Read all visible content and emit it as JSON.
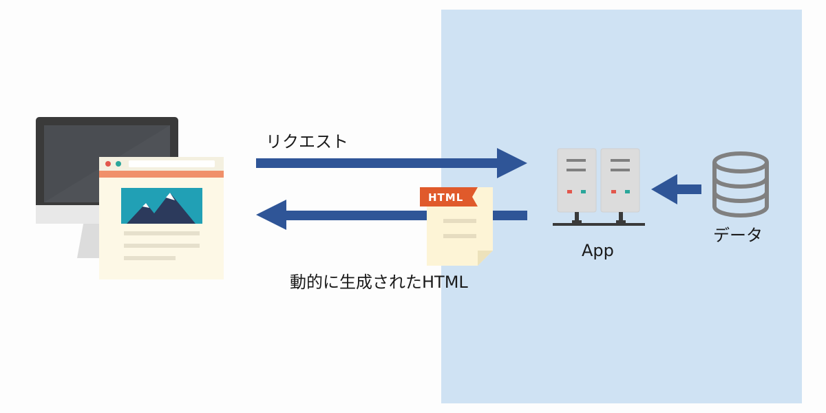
{
  "diagram": {
    "request_label": "リクエスト",
    "response_label": "動的に生成されたHTML",
    "document_badge": "HTML",
    "app_label": "App",
    "data_label": "データ"
  },
  "colors": {
    "server_zone": "#cfe2f3",
    "arrow": "#2f5597",
    "badge": "#e05a2b",
    "monitor": "#3a3a3a",
    "page_header": "#f0906a",
    "image_sky": "#21a0b5",
    "mountain": "#2c3a5c",
    "database": "#808080"
  },
  "icons": {
    "client": "computer-monitor-icon",
    "browser": "browser-window-icon",
    "document": "html-document-icon",
    "server": "server-rack-icon",
    "database": "database-icon"
  }
}
